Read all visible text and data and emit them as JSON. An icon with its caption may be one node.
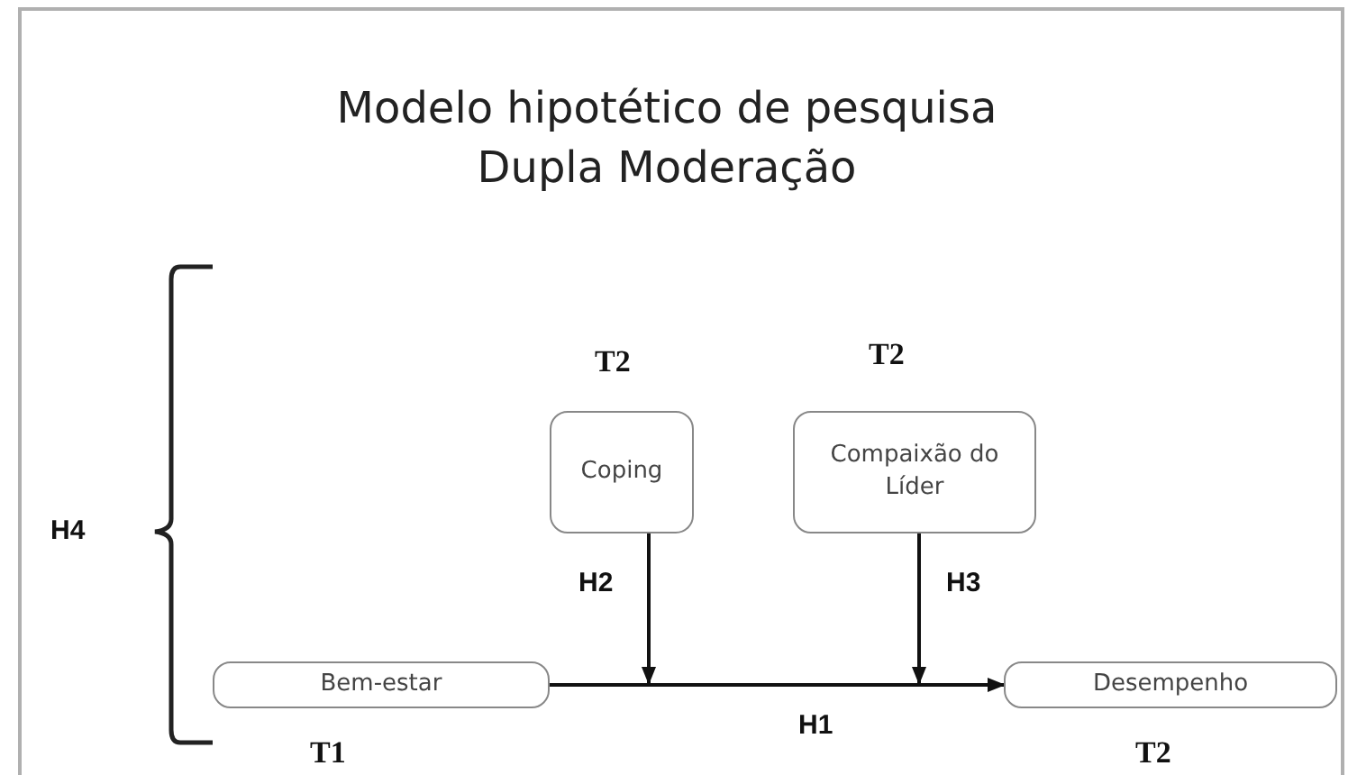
{
  "diagram": {
    "title": "Modelo hipotético de pesquisa Dupla Moderação",
    "nodes": [
      {
        "text": [
          "Bem-estar"
        ],
        "beside": [
          "T1"
        ]
      },
      {
        "text": [
          "Coping"
        ],
        "beside": [
          "T2"
        ]
      },
      {
        "text": [
          "Compaixão do Líder"
        ],
        "beside": [
          "T2"
        ]
      },
      {
        "text": [
          "Desempenho"
        ],
        "beside": [
          "T2"
        ]
      }
    ],
    "edges": [
      {
        "from": 0,
        "to": 3,
        "arrow": "to",
        "label": "H1"
      },
      {
        "from": 1,
        "to": null,
        "arrow": "to",
        "label": "H2"
      },
      {
        "from": 2,
        "to": null,
        "arrow": "to",
        "label": "H3"
      }
    ],
    "labels": [
      "H4"
    ]
  }
}
